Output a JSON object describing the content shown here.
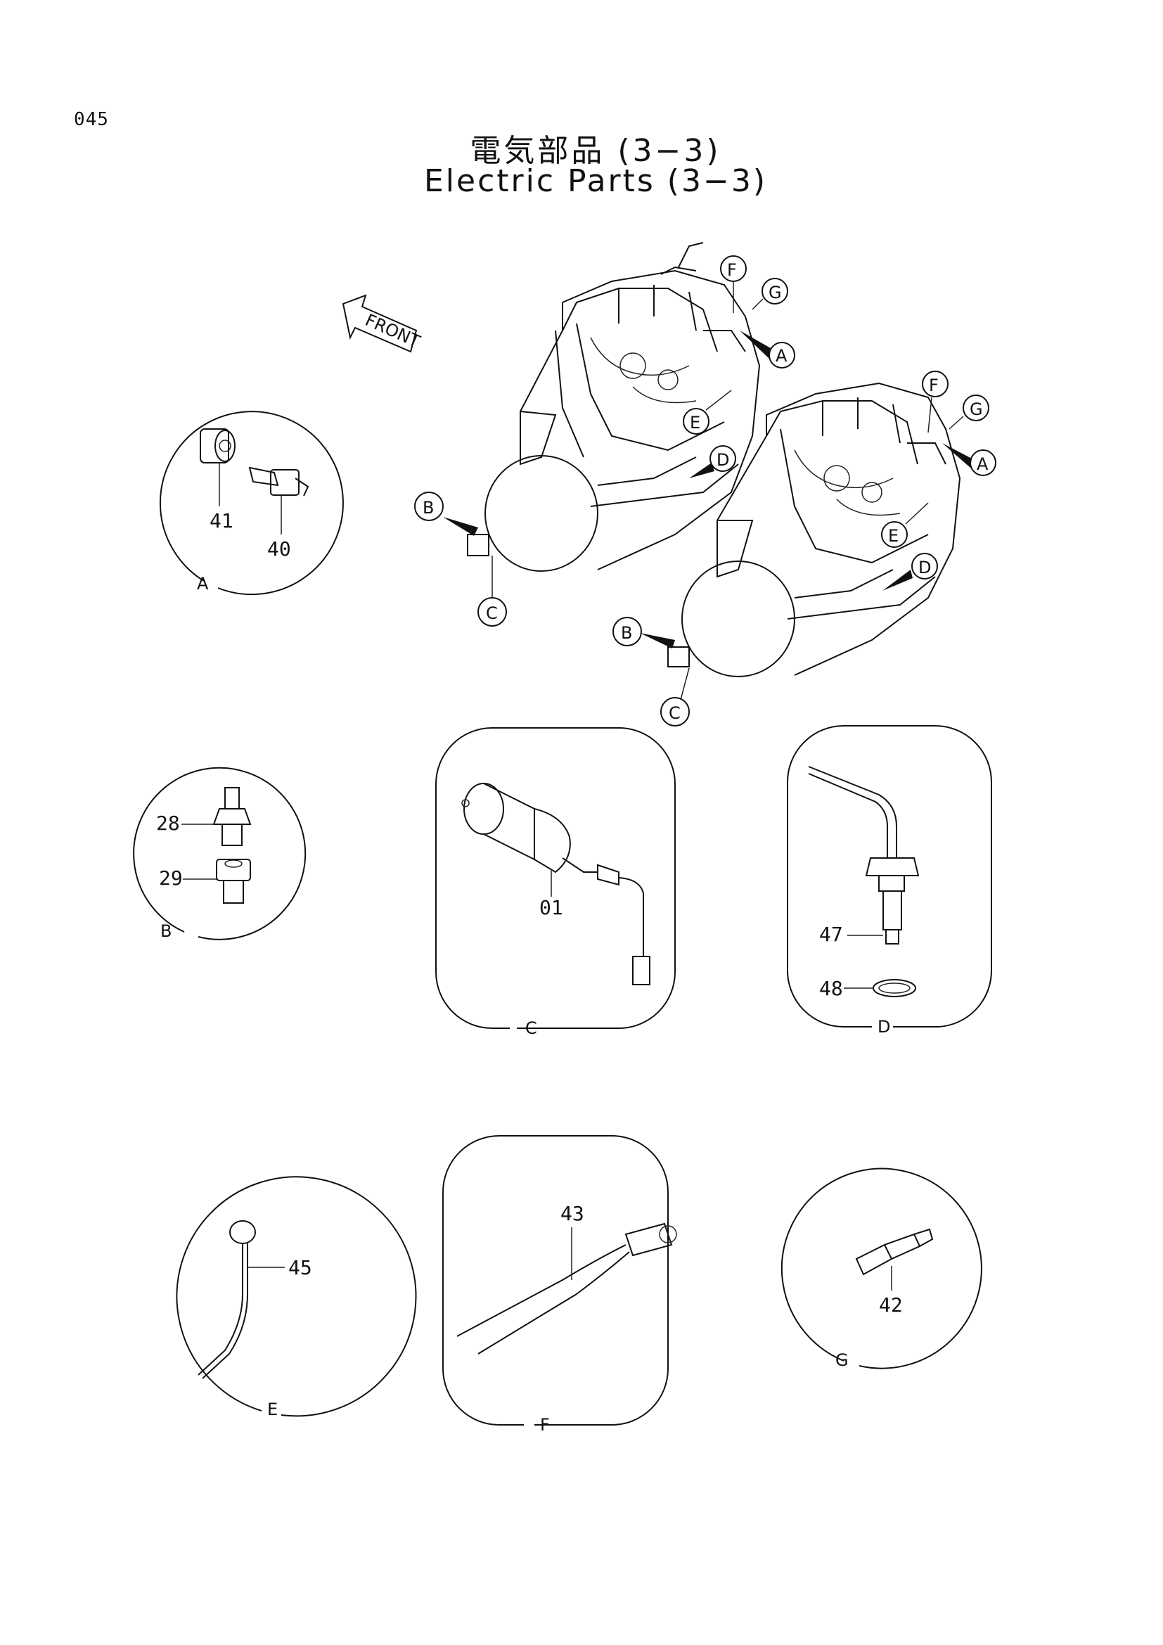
{
  "page_number": "045",
  "title_jp": "電気部品 (3−3)",
  "title_en": "Electric Parts (3−3)",
  "front_label": "FRONT",
  "callouts": {
    "A": "A",
    "B": "B",
    "C": "C",
    "D": "D",
    "E": "E",
    "F": "F",
    "G": "G"
  },
  "details": {
    "A": {
      "caption": "A",
      "parts": [
        "41",
        "40"
      ]
    },
    "B": {
      "caption": "B",
      "parts": [
        "28",
        "29"
      ]
    },
    "C": {
      "caption": "C",
      "parts": [
        "01"
      ]
    },
    "D": {
      "caption": "D",
      "parts": [
        "47",
        "48"
      ]
    },
    "E": {
      "caption": "E",
      "parts": [
        "45"
      ]
    },
    "F": {
      "caption": "F",
      "parts": [
        "43"
      ]
    },
    "G": {
      "caption": "G",
      "parts": [
        "42"
      ]
    }
  }
}
